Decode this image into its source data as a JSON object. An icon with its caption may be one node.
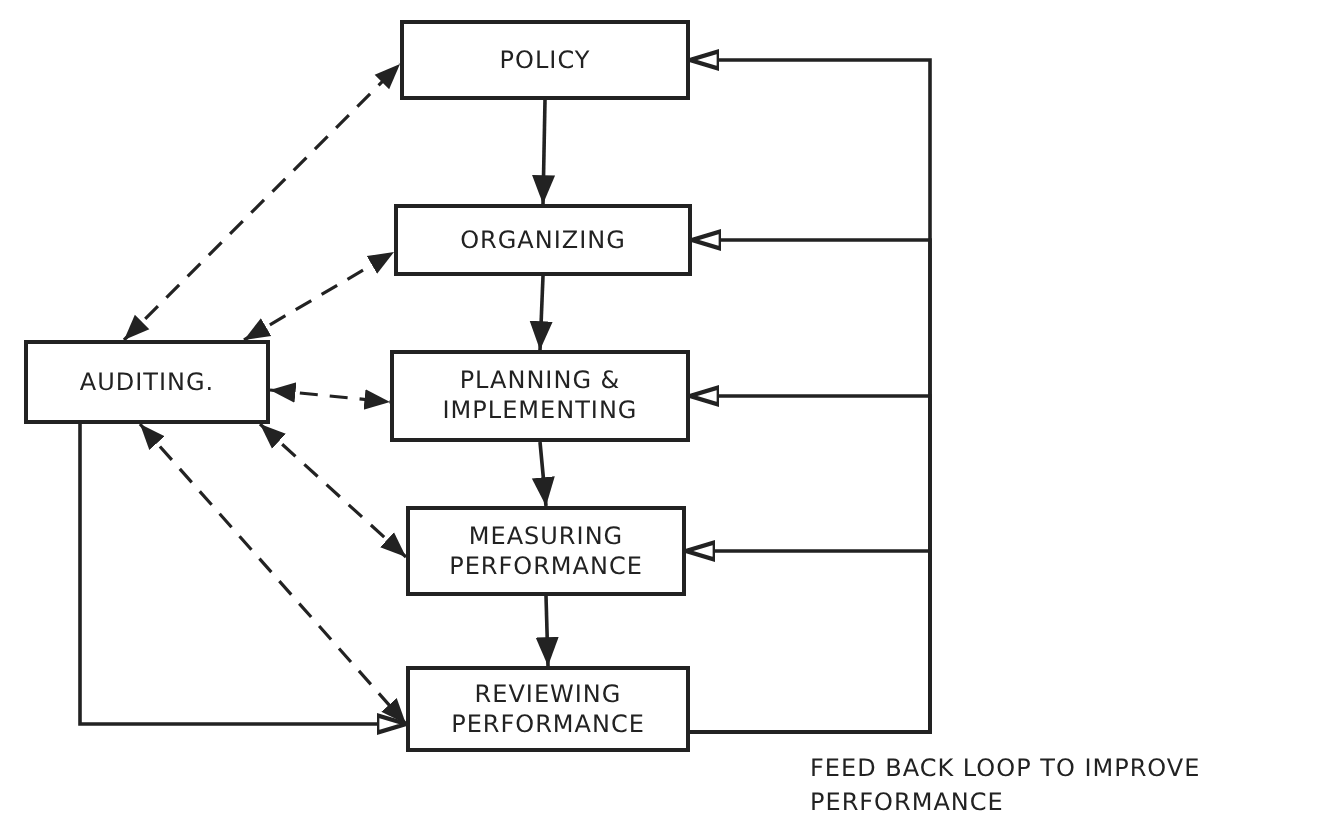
{
  "diagram": {
    "nodes": [
      {
        "text": [
          "POLICY"
        ]
      },
      {
        "text": [
          "ORGANIZING"
        ]
      },
      {
        "text": [
          "PLANNING & IMPLEMENTING"
        ]
      },
      {
        "text": [
          "MEASURING PERFORMANCE"
        ]
      },
      {
        "text": [
          "REVIEWING PERFORMANCE"
        ]
      },
      {
        "text": [
          "AUDITING."
        ]
      }
    ],
    "edges": [
      {
        "from": 0,
        "to": 1,
        "arrow": "to"
      },
      {
        "from": 1,
        "to": 2,
        "arrow": "to"
      },
      {
        "from": 2,
        "to": 3,
        "arrow": "to"
      },
      {
        "from": 3,
        "to": 4,
        "arrow": "to"
      },
      {
        "from": 4,
        "to": 0,
        "arrow": "to"
      },
      {
        "from": 4,
        "to": 1,
        "arrow": "to"
      },
      {
        "from": 4,
        "to": 2,
        "arrow": "to"
      },
      {
        "from": 4,
        "to": 3,
        "arrow": "to"
      },
      {
        "from": 5,
        "to": 0,
        "arrow": "both",
        "style": "dashed"
      },
      {
        "from": 5,
        "to": 1,
        "arrow": "both",
        "style": "dashed"
      },
      {
        "from": 5,
        "to": 2,
        "arrow": "both",
        "style": "dashed"
      },
      {
        "from": 5,
        "to": 3,
        "arrow": "both",
        "style": "dashed"
      },
      {
        "from": 5,
        "to": 4,
        "arrow": "both",
        "style": "dashed"
      },
      {
        "from": 5,
        "to": 4,
        "arrow": "to"
      }
    ],
    "labels": [
      "FEED BACK LOOP TO IMPROVE PERFORMANCE"
    ]
  }
}
